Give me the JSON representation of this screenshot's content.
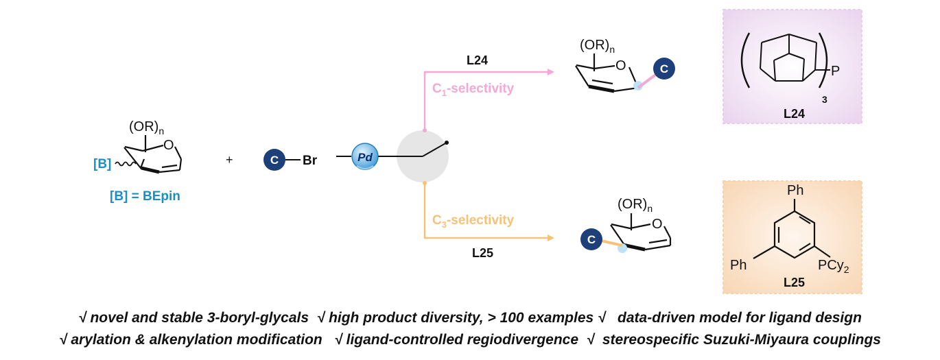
{
  "colors": {
    "boron_blue": "#1a8fc6",
    "badge_navy": "#1d3f7a",
    "pink_path": "#f2a9d5",
    "orange_path": "#f5c27a",
    "l24_panel": "#f1e4f3",
    "l25_panel": "#fbe3cc",
    "hub_grey": "#e6e6e6"
  },
  "reactants": {
    "boryl_glycal": {
      "substituent": "(OR)",
      "sub_n": "n",
      "ring_o": "O",
      "boron_tag": "[B]"
    },
    "boron_def": "[B] = BEpin",
    "plus": "+",
    "aryl_badge": "C",
    "aryl_halide": "Br",
    "catalyst": "Pd"
  },
  "top_path": {
    "ligand": "L24",
    "selectivity_main": "C",
    "selectivity_sub": "1",
    "selectivity_rest": "-selectivity",
    "product": {
      "substituent": "(OR)",
      "sub_n": "n",
      "ring_o": "O",
      "badge": "C"
    }
  },
  "bottom_path": {
    "ligand": "L25",
    "selectivity_main": "C",
    "selectivity_sub": "3",
    "selectivity_rest": "-selectivity",
    "product": {
      "substituent": "(OR)",
      "sub_n": "n",
      "ring_o": "O",
      "badge": "C"
    }
  },
  "ligand_l24": {
    "atom": "P",
    "subscript": "3",
    "name": "L24"
  },
  "ligand_l25": {
    "top_group": "Ph",
    "left_group": "Ph",
    "phos": "PCy",
    "phos_sub": "2",
    "name": "L25"
  },
  "features": {
    "line1": "√ novel and stable 3-boryl-glycals  √ high product diversity, > 100 examples √   data-driven model for ligand design",
    "line2": "√ arylation & alkenylation modification   √ ligand-controlled regiodivergence  √  stereospecific Suzuki-Miyaura couplings"
  }
}
